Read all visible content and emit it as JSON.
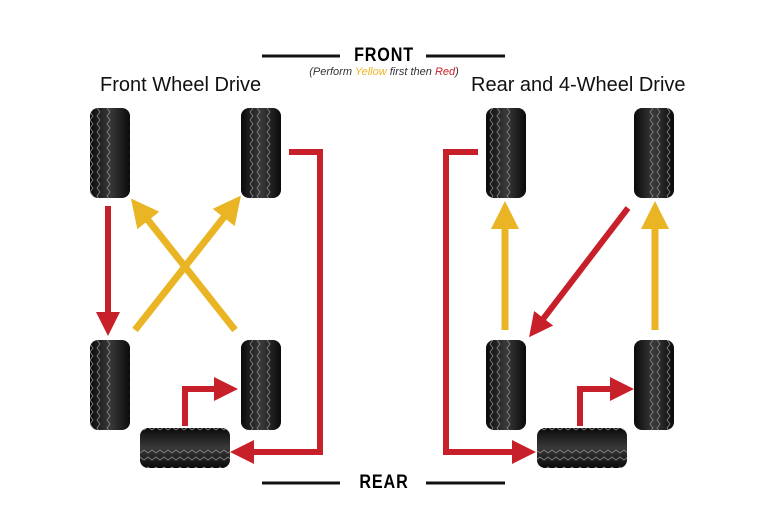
{
  "header": {
    "front": "FRONT",
    "rear": "REAR",
    "instruction_prefix": "(Perform ",
    "instruction_yellow": "Yellow",
    "instruction_mid": " first then ",
    "instruction_red": "Red",
    "instruction_suffix": ")"
  },
  "panels": [
    {
      "title": "Front Wheel Drive"
    },
    {
      "title": "Rear and 4-Wheel Drive"
    }
  ],
  "colors": {
    "red": "#c8202a",
    "yellow": "#e9b524",
    "tire": "#111111",
    "line": "#111111"
  }
}
